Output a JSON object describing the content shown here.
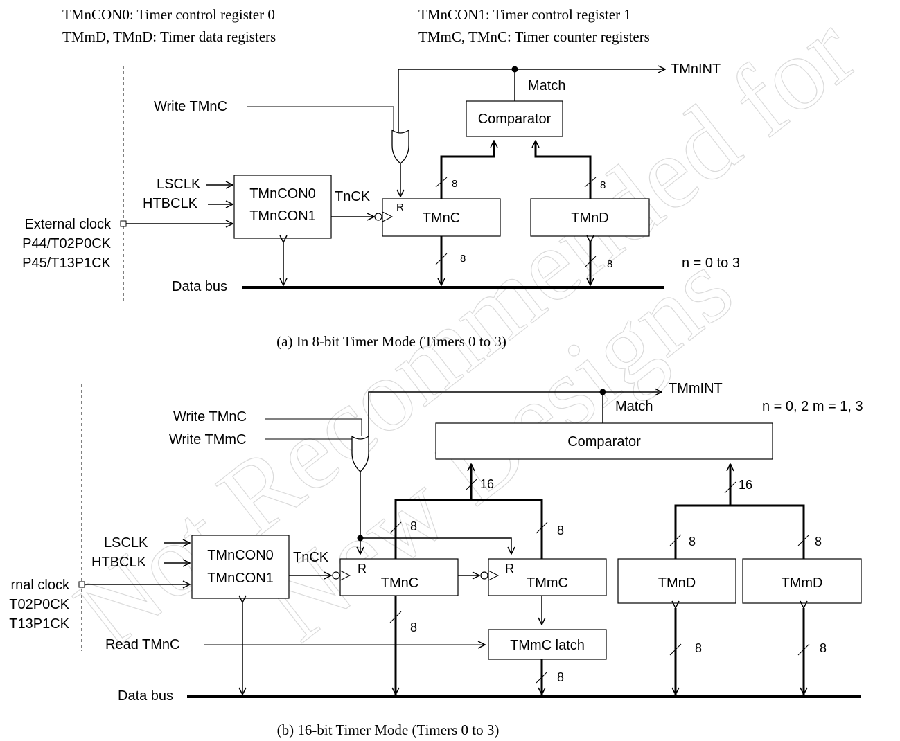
{
  "watermark": {
    "line1": "Not Recommended for",
    "line2": "New Designs"
  },
  "legend": {
    "left1": "TMnCON0: Timer control register 0",
    "left2": "TMmD, TMnD: Timer data registers",
    "right1": "TMnCON1:   Timer control register 1",
    "right2": "TMmC, TMnC:   Timer counter registers"
  },
  "diagram_a": {
    "caption": "(a) In 8-bit Timer Mode (Timers 0 to 3)",
    "output": "TMnINT",
    "match": "Match",
    "comparator": "Comparator",
    "write": "Write TMnC",
    "lsclk": "LSCLK",
    "htbclk": "HTBCLK",
    "ext_clock": "External clock",
    "pin1": "P44/T02P0CK",
    "pin2": "P45/T13P1CK",
    "con0": "TMnCON0",
    "con1": "TMnCON1",
    "tnck": "TnCK",
    "reset": "R",
    "tmnc": "TMnC",
    "tmnd": "TMnD",
    "width_cmp_left": "8",
    "width_cmp_right": "8",
    "width_bus_left": "8",
    "width_bus_right": "8",
    "n_range": "n = 0 to 3",
    "data_bus": "Data bus"
  },
  "diagram_b": {
    "caption": "(b) 16-bit Timer Mode (Timers 0 to 3)",
    "output": "TMmINT",
    "match": "Match",
    "nm_range": "n = 0, 2 m = 1, 3",
    "write_n": "Write TMnC",
    "write_m": "Write TMmC",
    "comparator": "Comparator",
    "width_16_left": "16",
    "width_16_right": "16",
    "width_tmnc_top": "8",
    "width_tmmc_top": "8",
    "width_tmnd_top": "8",
    "width_tmmd_top": "8",
    "lsclk": "LSCLK",
    "htbclk": "HTBCLK",
    "ext_clock": "rnal clock",
    "pin1": "T02P0CK",
    "pin2": "T13P1CK",
    "con0": "TMnCON0",
    "con1": "TMnCON1",
    "tnck": "TnCK",
    "reset_n": "R",
    "reset_m": "R",
    "tmnc": "TMnC",
    "tmmc": "TMmC",
    "tmnd": "TMnD",
    "tmmd": "TMmD",
    "read": "Read TMnC",
    "latch": "TMmC latch",
    "width_tmnc_bus": "8",
    "width_latch_bus": "8",
    "width_tmnd_bus": "8",
    "width_tmmd_bus": "8",
    "data_bus": "Data bus"
  }
}
